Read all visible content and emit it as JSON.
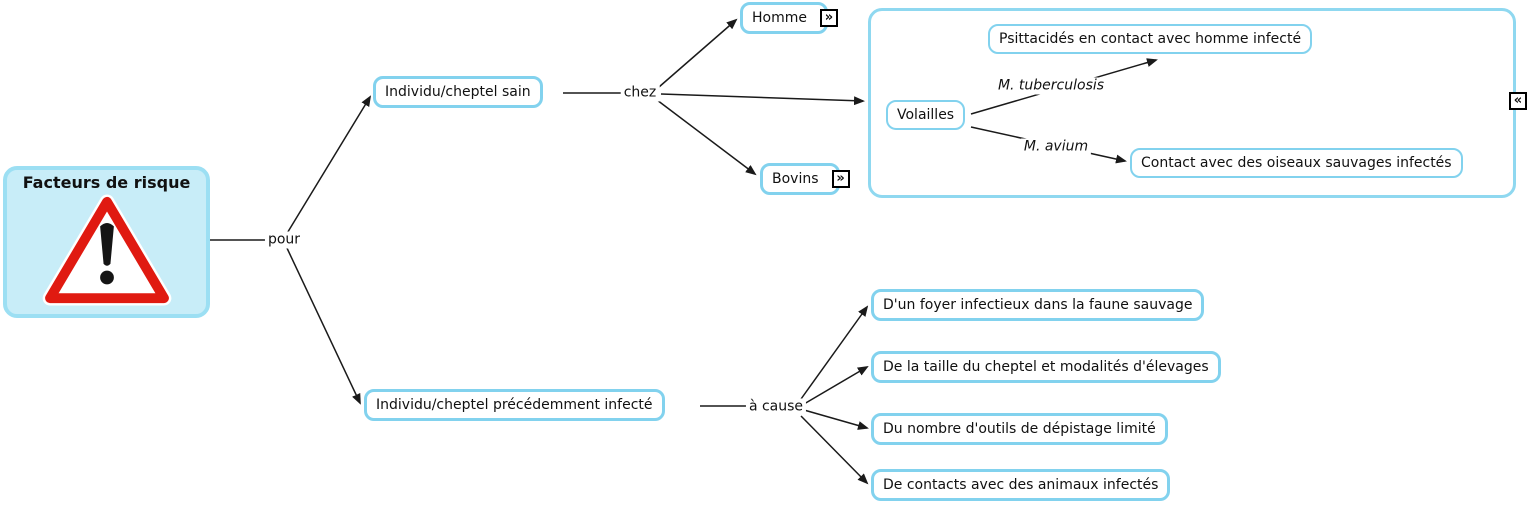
{
  "diagram": {
    "root": {
      "title": "Facteurs de risque"
    },
    "nodes": {
      "sain": "Individu/cheptel sain",
      "homme": "Homme",
      "bovins": "Bovins",
      "volailles": "Volailles",
      "psittacides": "Psittacidés en contact avec homme infecté",
      "contact_oiseaux": "Contact avec des oiseaux sauvages infectés",
      "precedemment_infecte": "Individu/cheptel précédemment infecté",
      "foyer_infectieux": "D'un foyer infectieux dans la faune sauvage",
      "taille_cheptel": "De la taille du cheptel et modalités d'élevages",
      "outils_depistage": "Du nombre d'outils de dépistage limité",
      "contacts_animaux": "De contacts avec des animaux infectés"
    },
    "link_labels": {
      "pour": "pour",
      "chez": "chez",
      "a_cause": "à cause",
      "m_tuberculosis": "M. tuberculosis",
      "m_avium": "M. avium"
    },
    "icons": {
      "expand_glyph": "»",
      "collapse_glyph": "«"
    },
    "colors": {
      "node_border": "#82d2ee",
      "group_border": "#8fd8f0",
      "root_fill": "#c8edf8",
      "root_border": "#9cdff3",
      "warning_red": "#e01a11",
      "line": "#1a1a1a"
    }
  }
}
